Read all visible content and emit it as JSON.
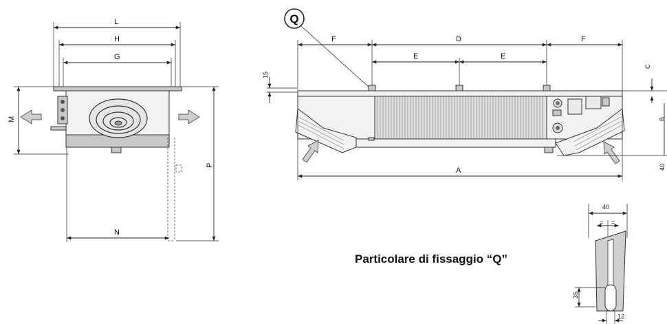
{
  "labels": {
    "L": "L",
    "H": "H",
    "G": "G",
    "M": "M",
    "N": "N",
    "P": "P",
    "Q": "Q",
    "F_left": "F",
    "F_right": "F",
    "D": "D",
    "E_left": "E",
    "E_right": "E",
    "C": "C",
    "B": "B",
    "A": "A",
    "dim_15": "15",
    "dim_40_side": "40",
    "dim_40_detail": "40",
    "dim_35": "35",
    "dim_12": "12",
    "equal_left": "=",
    "equal_right": "="
  },
  "caption": "Particolare di fissaggio “Q”"
}
